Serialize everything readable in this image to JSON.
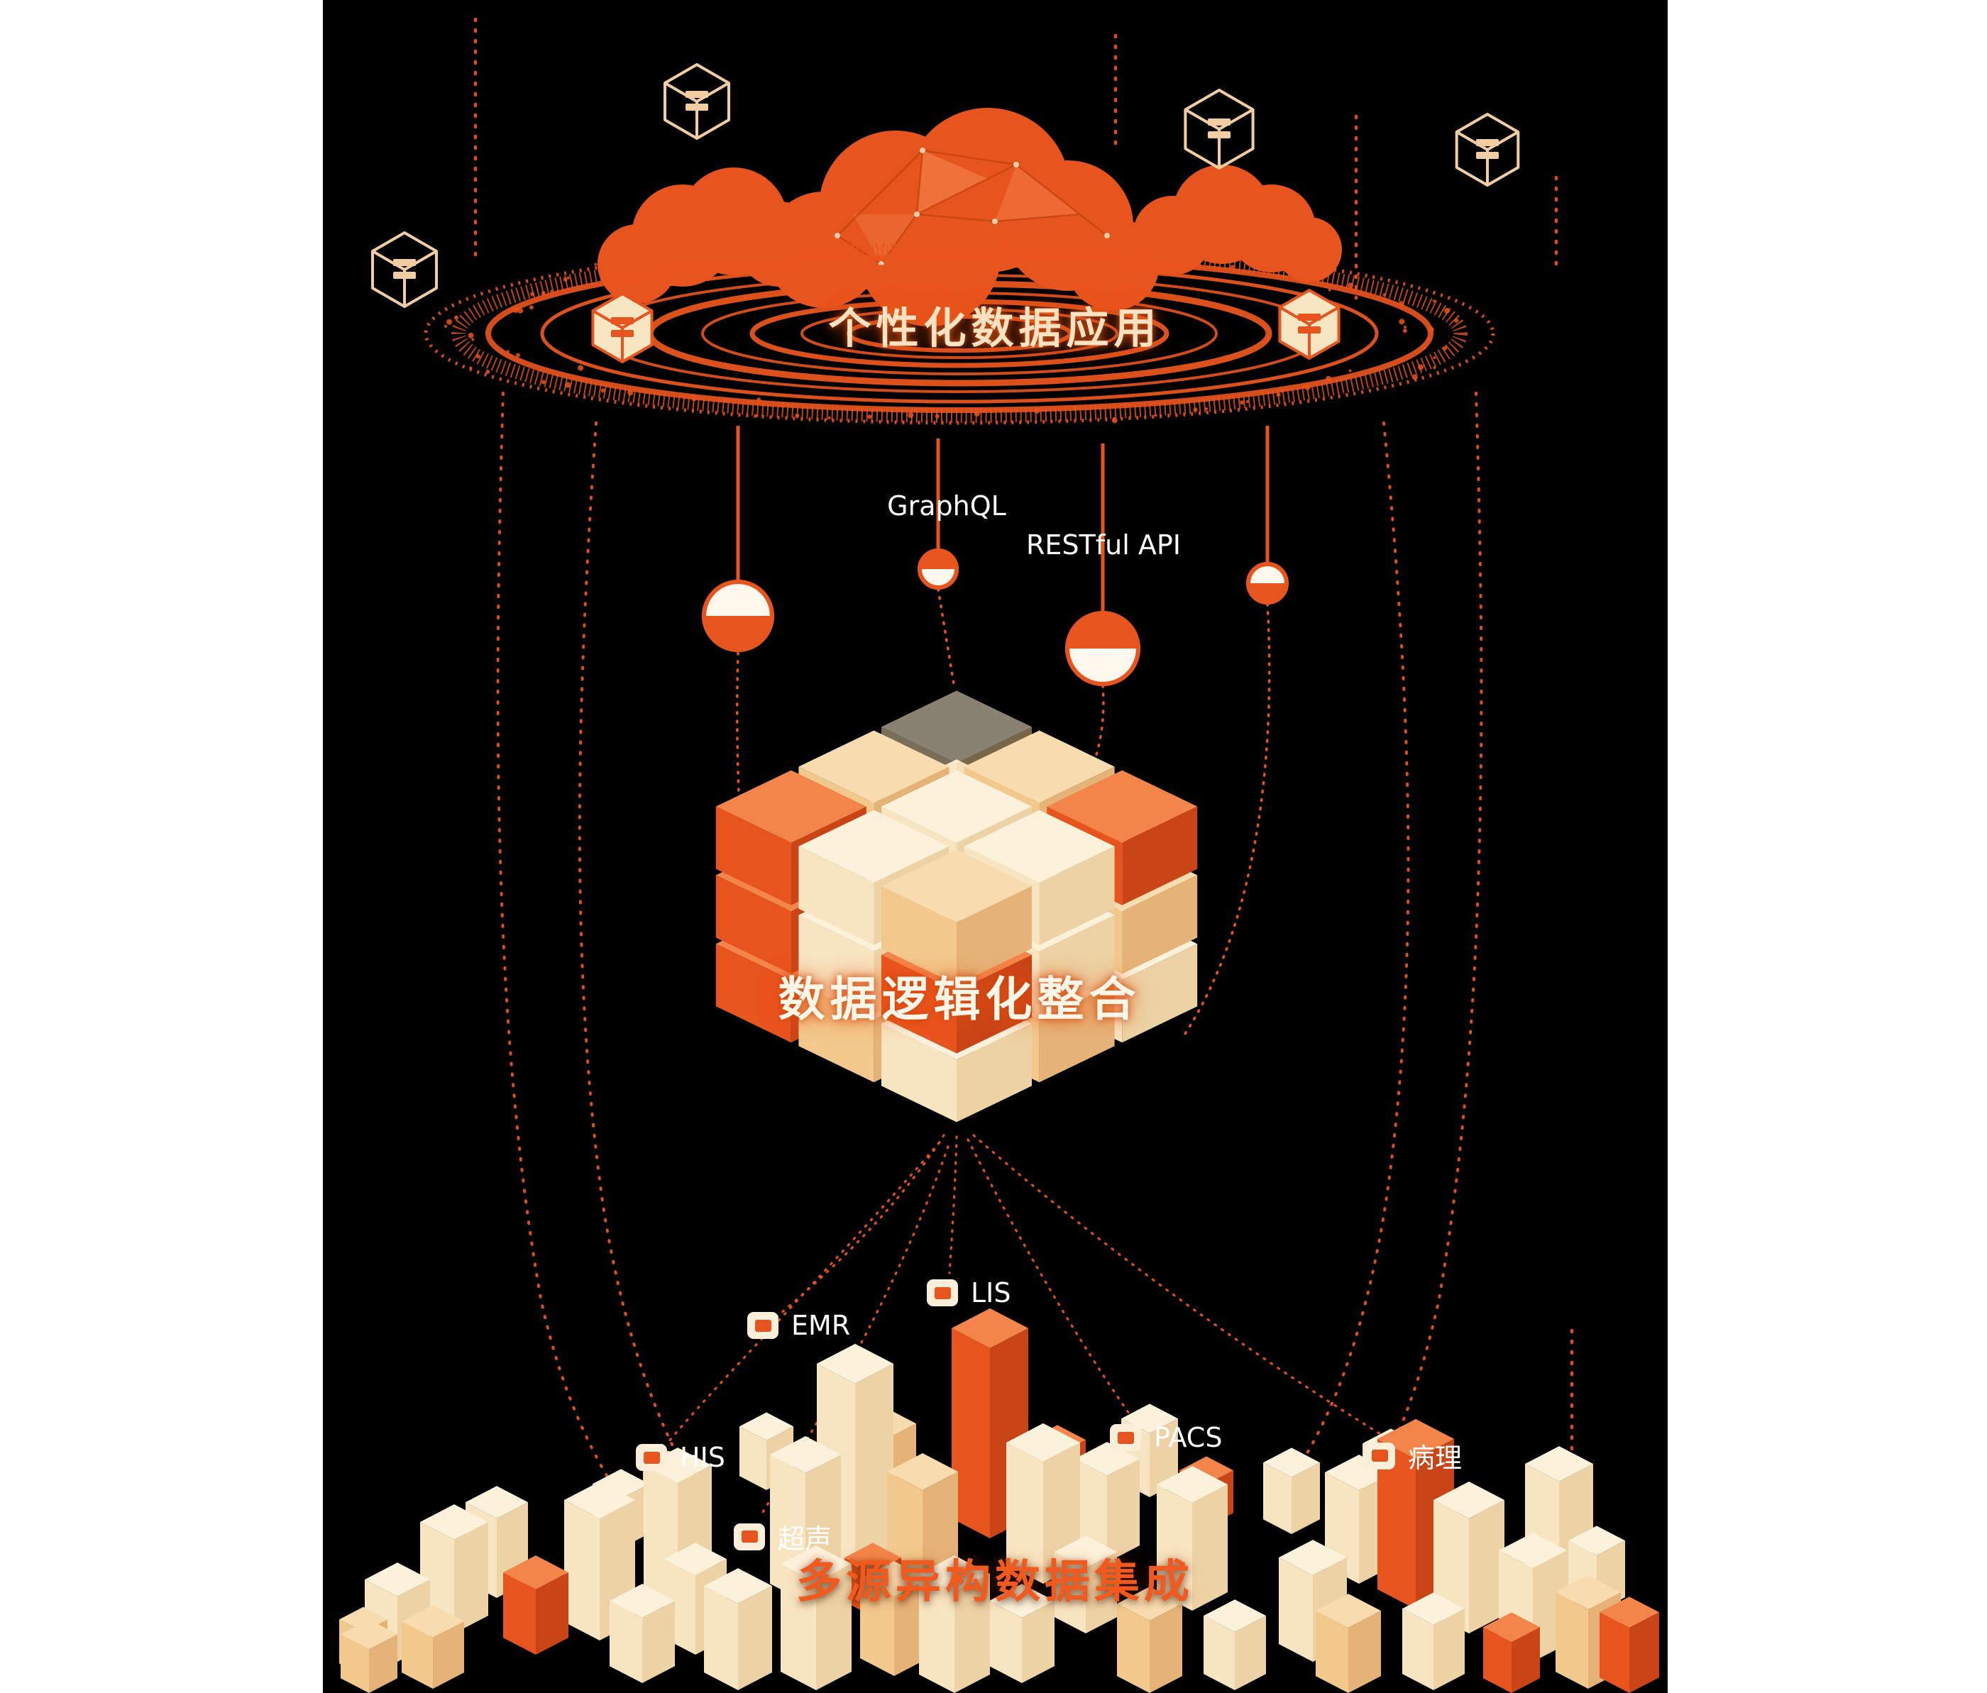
{
  "titles": {
    "top": "个性化数据应用",
    "middle": "数据逻辑化整合",
    "bottom": "多源异构数据集成"
  },
  "api_labels": {
    "graphql": "GraphQL",
    "restful": "RESTful API"
  },
  "sources": [
    {
      "label": "EMR"
    },
    {
      "label": "LIS"
    },
    {
      "label": "HIS"
    },
    {
      "label": "PACS"
    },
    {
      "label": "病理"
    },
    {
      "label": "超声"
    }
  ],
  "colors": {
    "background": "#000000",
    "accent": "#E8541E",
    "accent_deep": "#C2430F",
    "cloud_light": "#F48B52",
    "cream": "#F8E6C2",
    "outline_peach": "#F2CDA2",
    "ball_fill": "#FFF8EC",
    "text_light": "#FFE2C2",
    "text_white": "#FFFFFF"
  }
}
